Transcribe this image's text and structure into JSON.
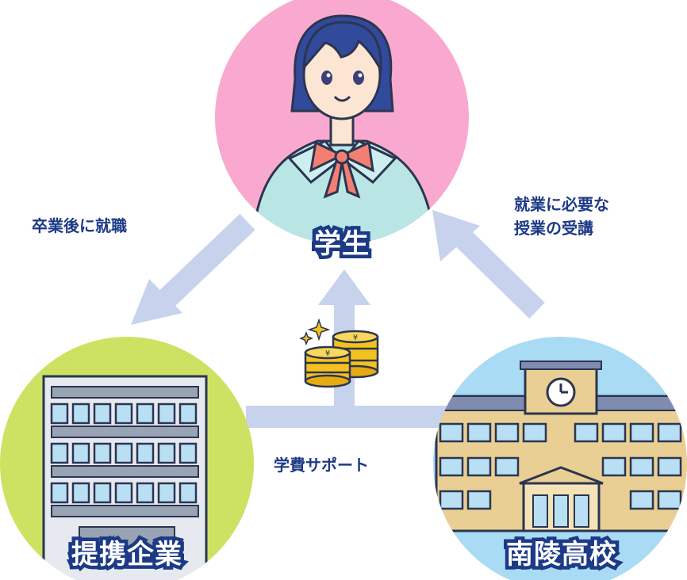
{
  "nodes": {
    "student": {
      "label": "学生",
      "bg_color": "#f9a9cf"
    },
    "company": {
      "label": "提携企業",
      "bg_color": "#cde262"
    },
    "school": {
      "label": "南陵高校",
      "bg_color": "#a9dcf4"
    }
  },
  "edges": {
    "company_employment": {
      "label": "卒業後に就職"
    },
    "school_lessons": {
      "label_line1": "就業に必要な",
      "label_line2": "授業の受講"
    },
    "tuition_support": {
      "label": "学費サポート"
    }
  },
  "colors": {
    "arrow": "#c7d3ec",
    "text_dark": "#1d3a86",
    "outline": "#2c3550",
    "coin": "#f4c21e"
  },
  "icons": [
    "girl-student-illustration",
    "office-building-icon",
    "school-building-icon",
    "coin-stack-icon",
    "sparkle-icon",
    "clock-icon"
  ]
}
